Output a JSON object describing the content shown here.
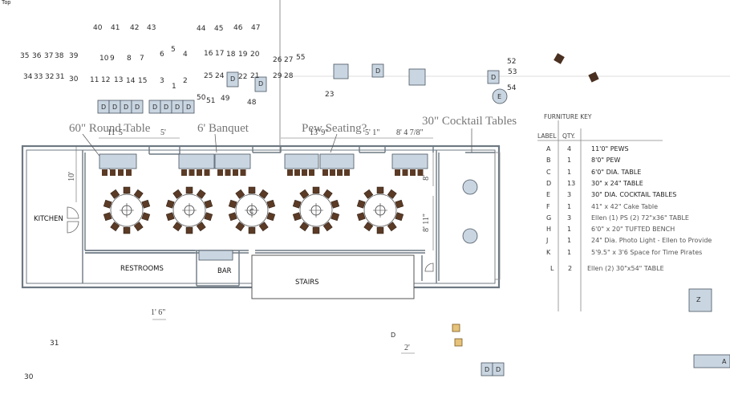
{
  "view_label": "Top",
  "headings": [
    {
      "id": "round",
      "text": "60\" Round Table"
    },
    {
      "id": "banquet",
      "text": "6' Banquet"
    },
    {
      "id": "pew",
      "text": "Pew Seating?"
    },
    {
      "id": "cocktail",
      "text": "30\" Cocktail Tables"
    }
  ],
  "dimensions": [
    "11' 5\"",
    "5'",
    "13' 9\"",
    "5' 1\"",
    "8' 4 7/8\"",
    "10'",
    "8'",
    "8' 11\"",
    "1' 6\"",
    "2'"
  ],
  "rooms": {
    "kitchen": "KITCHEN",
    "restrooms": "RESTROOMS",
    "bar": "BAR",
    "stairs": "STAIRS"
  },
  "scatter_numbers": [
    "40",
    "41",
    "42",
    "43",
    "44",
    "45",
    "46",
    "47",
    "35",
    "36",
    "37",
    "38",
    "39",
    "10",
    "9",
    "8",
    "7",
    "6",
    "5",
    "4",
    "16",
    "17",
    "18",
    "19",
    "20",
    "26",
    "27",
    "55",
    "34",
    "33",
    "32",
    "31",
    "30",
    "11",
    "12",
    "13",
    "14",
    "15",
    "3",
    "2",
    "1",
    "25",
    "24",
    "22",
    "21",
    "29",
    "28",
    "50",
    "51",
    "49",
    "48",
    "23",
    "52",
    "53",
    "54",
    "31",
    "30"
  ],
  "furniture_labels": [
    "D",
    "D",
    "D",
    "D",
    "D",
    "D",
    "D",
    "D",
    "D",
    "D",
    "D",
    "D",
    "D",
    "D",
    "D",
    "E",
    "Z",
    "A",
    "C"
  ],
  "furniture_key": {
    "title": "FURNITURE KEY",
    "col_label": "LABEL",
    "col_qty": "QTY.",
    "rows": [
      {
        "label": "A",
        "qty": "4",
        "desc": "11'0\" PEWS"
      },
      {
        "label": "B",
        "qty": "1",
        "desc": "8'0\" PEW"
      },
      {
        "label": "C",
        "qty": "1",
        "desc": "6'0\" DIA. TABLE"
      },
      {
        "label": "D",
        "qty": "13",
        "desc": "30\" x 24\" TABLE"
      },
      {
        "label": "E",
        "qty": "3",
        "desc": "30\" DIA. COCKTAIL TABLES"
      },
      {
        "label": "F",
        "qty": "1",
        "desc": "41\" x 42\" Cake Table"
      },
      {
        "label": "G",
        "qty": "3",
        "desc": "Ellen (1) PS (2) 72\"x36\" TABLE"
      },
      {
        "label": "H",
        "qty": "1",
        "desc": "6'0\" x 20\" TUFTED BENCH"
      },
      {
        "label": "J",
        "qty": "1",
        "desc": "24\" Dia. Photo Light - Ellen to Provide"
      },
      {
        "label": "K",
        "qty": "1",
        "desc": "5'9.5\" x 3'6 Space for Time Pirates"
      },
      {
        "label": "L",
        "qty": "2",
        "desc": "Ellen (2) 30\"x54\" TABLE"
      }
    ]
  },
  "colors": {
    "furniture_fill": "#c9d6e2",
    "furniture_stroke": "#4a5560",
    "chair": "#5b3b26",
    "wall": "#6d7882",
    "heading": "#777777",
    "cake": "#e6c27a"
  }
}
